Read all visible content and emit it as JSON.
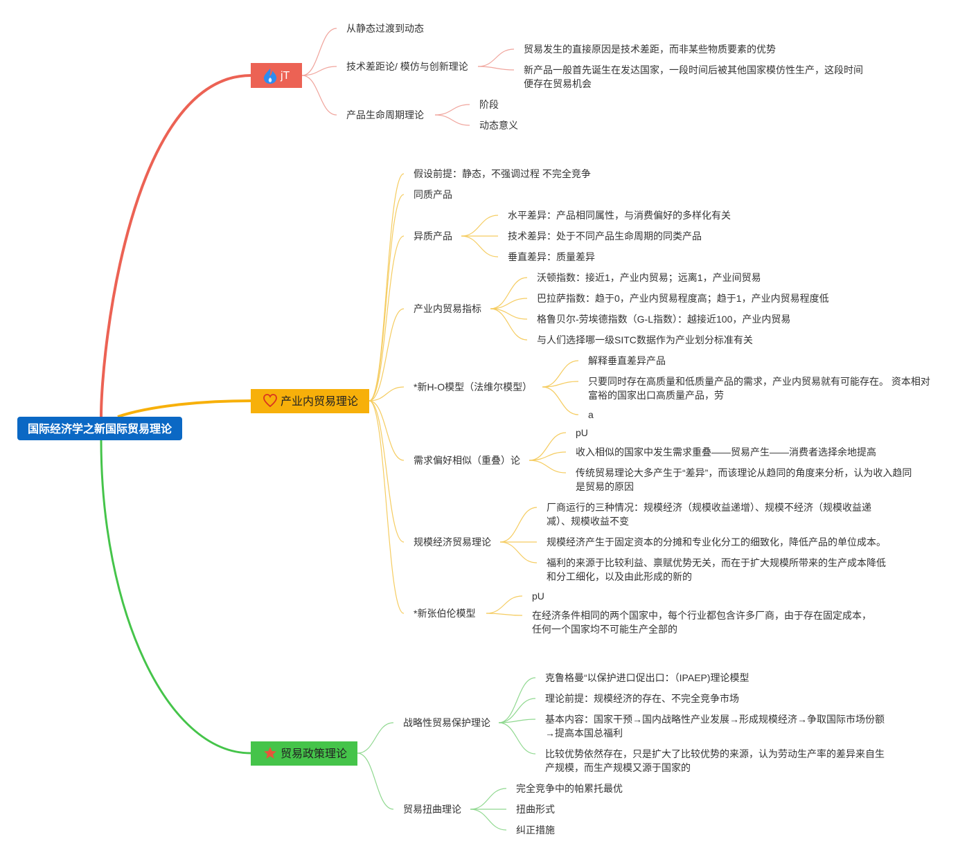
{
  "colors": {
    "root_bg": "#0b68c4",
    "branch1": "#ec6254",
    "branch2": "#f7b00a",
    "branch3": "#45c44a",
    "thin1": "#f0a49c",
    "thin2": "#f5cc60",
    "thin3": "#8fd88f"
  },
  "root": {
    "label": "国际经济学之新国际贸易理论"
  },
  "branches": [
    {
      "label": "jT",
      "icon": "flame-icon",
      "children": [
        {
          "label": "从静态过渡到动态"
        },
        {
          "label": "技术差距论/ 模仿与创新理论",
          "children": [
            {
              "label": "贸易发生的直接原因是技术差距，而非某些物质要素的优势"
            },
            {
              "label": [
                "新产品一般首先诞生在发达国家，一段时间后被其他国家模仿性生产，这段时间",
                "便存在贸易机会"
              ]
            }
          ]
        },
        {
          "label": "产品生命周期理论",
          "children": [
            {
              "label": "阶段"
            },
            {
              "label": "动态意义"
            }
          ]
        }
      ]
    },
    {
      "label": "产业内贸易理论",
      "icon": "heart-icon",
      "children": [
        {
          "label": "假设前提：静态，不强调过程 不完全竞争"
        },
        {
          "label": "同质产品"
        },
        {
          "label": "异质产品",
          "children": [
            {
              "label": "水平差异：产品相同属性，与消费偏好的多样化有关"
            },
            {
              "label": "技术差异：处于不同产品生命周期的同类产品"
            },
            {
              "label": "垂直差异：质量差异"
            }
          ]
        },
        {
          "label": "产业内贸易指标",
          "children": [
            {
              "label": "沃顿指数：接近1，产业内贸易；远离1，产业间贸易"
            },
            {
              "label": "巴拉萨指数：趋于0，产业内贸易程度高；趋于1，产业内贸易程度低"
            },
            {
              "label": "格鲁贝尔-劳埃德指数（G-L指数）：越接近100，产业内贸易"
            },
            {
              "label": "与人们选择哪一级SITC数据作为产业划分标准有关"
            }
          ]
        },
        {
          "label": "*新H-O模型（法维尔模型）",
          "children": [
            {
              "label": "解释垂直差异产品"
            },
            {
              "label": [
                "只要同时存在高质量和低质量产品的需求，产业内贸易就有可能存在。 资本相对",
                "富裕的国家出口高质量产品，劳"
              ]
            },
            {
              "label": "a"
            }
          ]
        },
        {
          "label": "需求偏好相似（重叠）论",
          "children": [
            {
              "label": "pU"
            },
            {
              "label": "收入相似的国家中发生需求重叠——贸易产生——消费者选择余地提高"
            },
            {
              "label": [
                "传统贸易理论大多产生于“差异”，而该理论从趋同的角度来分析，认为收入趋同",
                "是贸易的原因"
              ]
            }
          ]
        },
        {
          "label": "规模经济贸易理论",
          "children": [
            {
              "label": [
                "厂商运行的三种情况：规模经济（规模收益递增）、规模不经济（规模收益递",
                "减）、规模收益不变"
              ]
            },
            {
              "label": "规模经济产生于固定资本的分摊和专业化分工的细致化，降低产品的单位成本。"
            },
            {
              "label": [
                "福利的来源于比较利益、禀赋优势无关，而在于扩大规模所带来的生产成本降低",
                "和分工细化，以及由此形成的新的"
              ]
            }
          ]
        },
        {
          "label": "*新张伯伦模型",
          "children": [
            {
              "label": "pU"
            },
            {
              "label": [
                "在经济条件相同的两个国家中，每个行业都包含许多厂商，由于存在固定成本，",
                "任何一个国家均不可能生产全部的"
              ]
            }
          ]
        }
      ]
    },
    {
      "label": "贸易政策理论",
      "icon": "star-icon",
      "children": [
        {
          "label": "战略性贸易保护理论",
          "children": [
            {
              "label": "克鲁格曼“以保护进口促出口：（IPAEP)理论模型"
            },
            {
              "label": "理论前提：规模经济的存在、不完全竞争市场"
            },
            {
              "label": [
                "基本内容：国家干预→国内战略性产业发展→形成规模经济→争取国际市场份额",
                "→提高本国总福利"
              ]
            },
            {
              "label": [
                "比较优势依然存在，只是扩大了比较优势的来源，认为劳动生产率的差异来自生",
                "产规模，而生产规模又源于国家的"
              ]
            }
          ]
        },
        {
          "label": "贸易扭曲理论",
          "children": [
            {
              "label": "完全竞争中的帕累托最优"
            },
            {
              "label": "扭曲形式"
            },
            {
              "label": "纠正措施"
            }
          ]
        }
      ]
    }
  ]
}
